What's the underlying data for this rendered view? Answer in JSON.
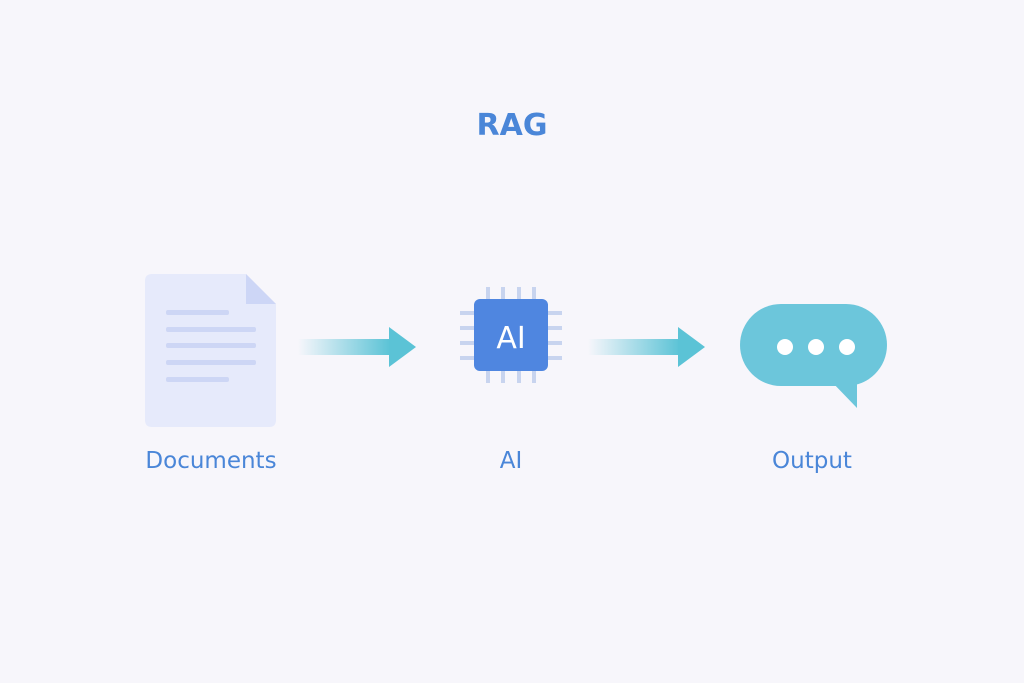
{
  "title": "RAG",
  "nodes": [
    {
      "label": "Documents",
      "icon": "document-icon"
    },
    {
      "label": "AI",
      "icon": "ai-chip-icon",
      "chip_text": "AI"
    },
    {
      "label": "Output",
      "icon": "chat-bubble-icon"
    }
  ],
  "colors": {
    "title": "#4a86d8",
    "document": "#e6eafb",
    "document_lines": "#c9d3f5",
    "chip": "#4f86e0",
    "chip_pins": "#c5d2ee",
    "arrow": "#5bc3d6",
    "bubble": "#6cc6db"
  }
}
